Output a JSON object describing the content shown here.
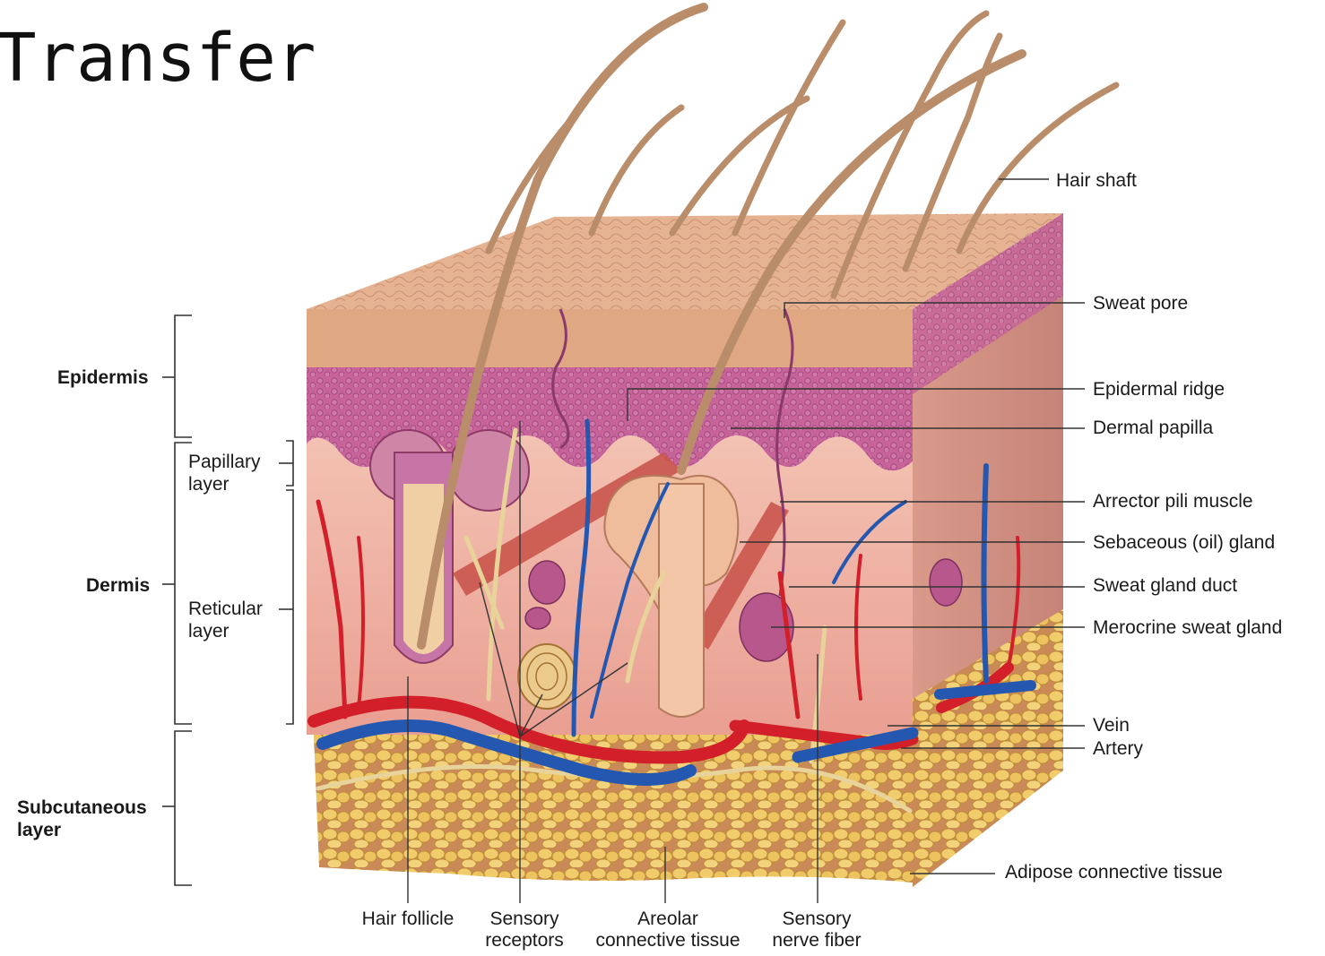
{
  "heading": "Transfer",
  "labels": {
    "epidermis": "Epidermis",
    "papillary_layer_1": "Papillary",
    "papillary_layer_2": "layer",
    "dermis": "Dermis",
    "reticular_layer_1": "Reticular",
    "reticular_layer_2": "layer",
    "subcutaneous_layer_1": "Subcutaneous",
    "subcutaneous_layer_2": "layer",
    "hair_shaft": "Hair shaft",
    "sweat_pore": "Sweat pore",
    "epidermal_ridge": "Epidermal ridge",
    "dermal_papilla": "Dermal papilla",
    "arrector_pili_muscle": "Arrector pili muscle",
    "sebaceous_gland": "Sebaceous (oil) gland",
    "sweat_gland_duct": "Sweat gland duct",
    "merocrine_sweat_gland": "Merocrine sweat gland",
    "vein": "Vein",
    "artery": "Artery",
    "adipose_connective_tissue": "Adipose connective tissue",
    "hair_follicle": "Hair follicle",
    "sensory_receptors_1": "Sensory",
    "sensory_receptors_2": "receptors",
    "areolar_connective_tissue_1": "Areolar",
    "areolar_connective_tissue_2": "connective tissue",
    "sensory_nerve_fiber_1": "Sensory",
    "sensory_nerve_fiber_2": "nerve fiber"
  },
  "colors": {
    "epidermis_surface": "#e8b493",
    "epidermis_deep": "#b8578c",
    "dermis": "#efb3a4",
    "adipose": "#e9c56a",
    "artery": "#d21f2a",
    "vein": "#2357b0",
    "nerve": "#e8d39a",
    "hair": "#b98d6a"
  }
}
